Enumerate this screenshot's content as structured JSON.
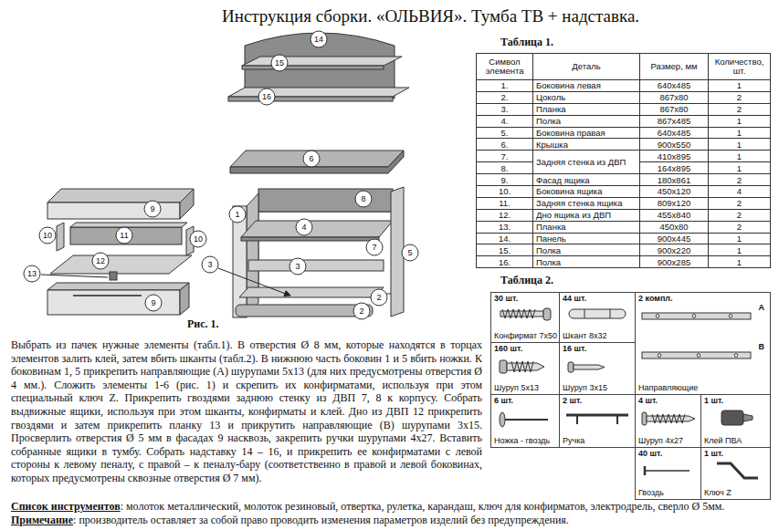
{
  "diagram": {
    "title": "Инструкция сборки. «ОЛЬВИЯ». Тумба ТВ + надставка.",
    "labels": [
      "14",
      "15",
      "16",
      "6",
      "8",
      "9",
      "1",
      "4",
      "10",
      "11",
      "10",
      "7",
      "5",
      "12",
      "3",
      "3",
      "13",
      "2",
      "9",
      "2",
      "Рис. 1.",
      "Таблица 1.",
      "Символ элемента",
      "Деталь",
      "Размер, мм",
      "Количество, шт.",
      "1.",
      "Боковина левая",
      "640х485",
      "1",
      "2.",
      "Цоколь",
      "867х80",
      "2",
      "3.",
      "Планка",
      "867х80",
      "2",
      "4.",
      "Полка",
      "867х485",
      "1",
      "5.",
      "Боковина правая",
      "640х485",
      "1",
      "6.",
      "Крышка",
      "900х550",
      "1",
      "7.",
      "Задняя стенка из ДВП",
      "410х895",
      "1",
      "8.",
      "164х895",
      "1",
      "9.",
      "Фасад ящика",
      "180х861",
      "2",
      "10.",
      "Боковина ящика",
      "450х120",
      "4",
      "11.",
      "Задняя стенка ящика",
      "809х120",
      "2",
      "12.",
      "Дно ящика из ДВП",
      "455х840",
      "2",
      "13.",
      "Планка",
      "450х80",
      "2",
      "14.",
      "Панель",
      "900х445",
      "1",
      "15.",
      "Полка",
      "900х220",
      "1",
      "16.",
      "Полка",
      "900х285",
      "1",
      "Таблица 2.",
      "30 шт.",
      "Конфирмат 7х50",
      "44 шт.",
      "Шкант 8х32",
      "2 компл.",
      "А",
      "В",
      "Направляющие",
      "160 шт.",
      "Шуруп 5х13",
      "16 шт.",
      "Шуруп 3х15",
      "6 шт.",
      "Ножка - гвоздь",
      "2 шт.",
      "Ручка",
      "4 шт.",
      "Шуруп  4х27",
      "1 шт.",
      "Клей ПВА",
      "40 шт.",
      "Гвоздь",
      "1 шт.",
      "Ключ Z",
      "Выбрать из пачек нужные элементы (табл.1). В отверстия Ø 8 мм, которые находятся в торцах элементов залить клей, затем вбить шканты (табл.2). В нижнюю часть боковин 1 и 5 вбить ножки. К боковинам 1, 5 прикрепить направляющие (А) шурупами 5х13 (для них предусмотрены отверстия Ø 4 мм.). Сложить элементы 1-6 (рис. 1) и скрепить их конфирматами, используя при этом специальный ключ Z. Прикрепить гвоздями заднюю стенку из ДВП 7, 8 к корпусу. Собрать выдвижные ящики, используя при этом шканты, конфирматы и клей. Дно из ДВП 12 прикрепить гвоздями и затем прикрепить планку 13 и прикрутить направляющие (В) шурупами 3х15. Просверлить отверстия Ø 5 мм в фасадах 9 насквозь, закрепить ручки шурупами 4х27. Вставить собранные ящики в тумбу. Собрать надставку 14 – 16, и прикрепить ее конфирматами с левой стороны к левому пеналу, с правой – к пеналу-бару (соответственно в правой и левой боковинах, которых предусмотрены сквозные отверстия Ø 7 мм).",
      "Список инструментов",
      ": молоток металлический, молоток резиновый, отвертка, рулетка, карандаш, ключ для конфирматов, электродрель, сверло Ø 5мм.",
      "Примечание",
      ": производитель оставляет за собой право проводить изменения параметров изделий без предупреждения."
    ]
  }
}
